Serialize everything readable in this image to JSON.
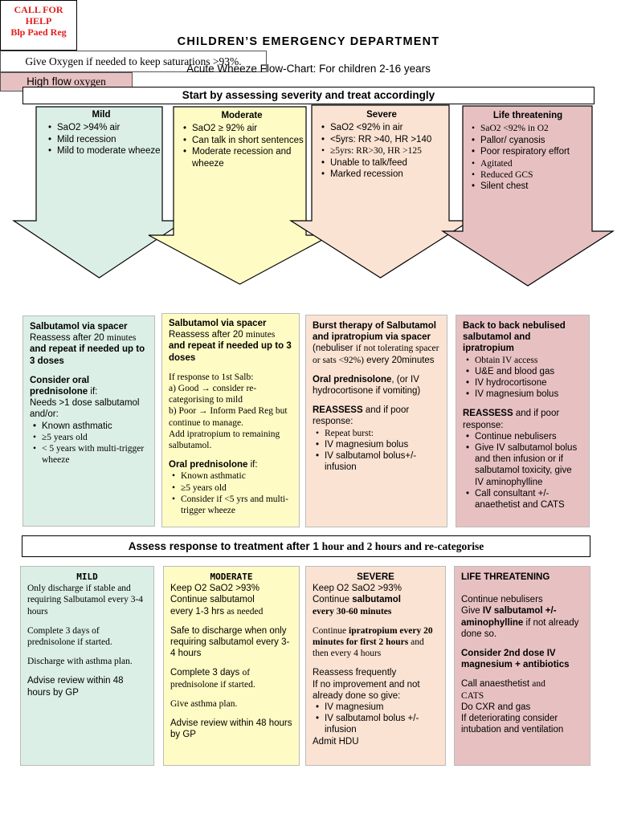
{
  "header": {
    "department": "CHILDREN’S EMERGENCY DEPARTMENT",
    "subtitle": "Acute Wheeze Flow-Chart: For children 2-16 years"
  },
  "start_banner": "Start by assessing severity and treat accordingly",
  "severity": {
    "mild": {
      "title": "Mild",
      "items": [
        "SaO2 >94% air",
        "Mild recession",
        "Mild to moderate wheeze"
      ]
    },
    "moderate": {
      "title": "Moderate",
      "items": [
        "SaO2 ≥ 92% air",
        "Can talk in short sentences",
        "Moderate recession and wheeze"
      ]
    },
    "severe": {
      "title": "Severe",
      "items": [
        "SaO2 <92% in air",
        "<5yrs: RR >40, HR >140",
        "≥5yrs: RR>30, HR >125",
        "Unable to talk/feed",
        "Marked recession"
      ]
    },
    "life": {
      "title": "Life threatening",
      "items": [
        "SaO2 <92% in O2",
        "Pallor/ cyanosis",
        "Poor respiratory effort",
        "Agitated",
        "Reduced GCS",
        "Silent chest"
      ]
    }
  },
  "call_for_help": {
    "line1": "CALL FOR",
    "line2": "HELP",
    "line3": "Blp Paed Reg"
  },
  "oxygen_box": "Give Oxygen if needed to keep saturations >93%.",
  "high_flow": {
    "a": "High flow",
    "b": " oxygen"
  },
  "treatment": {
    "mild": {
      "t1": "Salbutamol via spacer",
      "t2a": "Reassess after 20 ",
      "t2b": "minutes",
      "t2c": " and repeat if needed up to 3 doses",
      "t3a": "Consider oral prednisolone",
      "t3b": " if:",
      "t4": "Needs >1 dose salbutamol and/or:",
      "items": [
        "Known asthmatic",
        "≥5 years old",
        "< 5 years with multi-trigger wheeze"
      ]
    },
    "moderate": {
      "t1": "Salbutamol via spacer",
      "t2a": "Reassess after 20 ",
      "t2b": "minutes",
      "t2c": "and repeat if needed up to 3 doses",
      "t3": "If response to 1st Salb:",
      "t4": "a) Good → consider re-categorising to mild",
      "t5": "b) Poor → Inform Paed Reg but continue to manage.",
      "t6": "Add ipratropium to remaining salbutamol.",
      "t7a": "Oral prednisolone",
      "t7b": " if:",
      "items": [
        "Known asthmatic",
        "≥5 years old",
        "Consider if <5 yrs and multi-trigger wheeze"
      ]
    },
    "severe": {
      "t1": "Burst therapy of Salbutamol and ipratropium via spacer",
      "t2a": "(nebuliser ",
      "t2b": "if not tolerating spacer or sats <92%)",
      "t2c": " every 20minutes",
      "t3a": "Oral prednisolone",
      "t3b": ", (or IV hydrocortisone if vomiting)",
      "t4a": "REASSESS",
      "t4b": " and if poor response:",
      "items": [
        "Repeat burst:",
        "IV magnesium bolus",
        "IV salbutamol bolus+/- infusion"
      ]
    },
    "life": {
      "t1": "Back to back nebulised salbutamol and ipratropium",
      "items1": [
        "Obtain IV access",
        "U&E and blood gas",
        "IV hydrocortisone",
        "IV magnesium bolus"
      ],
      "t2a": "REASSESS",
      "t2b": " and if poor response:",
      "items2": [
        "Continue nebulisers",
        "Give IV salbutamol bolus and then infusion or if salbutamol toxicity, give IV aminophylline",
        "Call consultant +/- anaethetist and CATS"
      ]
    }
  },
  "assess_banner": {
    "a": "Assess response to treatment after 1 ",
    "b": "hour and 2 hours and re-categorise"
  },
  "response": {
    "mild": {
      "title": "MILD",
      "p1": "Only discharge if stable and requiring Salbutamol every 3-4 hours",
      "p2": "Complete 3 days of prednisolone if started.",
      "p3": "Discharge with asthma plan.",
      "p4": "Advise review within 48 hours by GP"
    },
    "moderate": {
      "title": "MODERATE",
      "p1": "Keep O2 SaO2 >93%",
      "p2a": "Continue salbutamol",
      "p2b": "every 1-3 hrs ",
      "p2c": "as needed",
      "p3": "Safe to discharge when only requiring salbutamol every 3-4 hours",
      "p4a": "Complete 3 days ",
      "p4b": "of prednisolone if started.",
      "p5": "Give asthma plan.",
      "p6": "Advise review within 48 hours by GP"
    },
    "severe": {
      "title": "SEVERE",
      "p1": "Keep O2 SaO2 >93%",
      "p2a": "Continue ",
      "p2b": "salbutamol",
      "p2c": "every 30-60 minutes",
      "p3a": "Continue ",
      "p3b": "ipratropium every 20 minutes for first 2 hours",
      "p3c": " and then every 4 hours",
      "p4": "Reassess frequently",
      "p5": "If no improvement and not already done so give:",
      "items": [
        "IV magnesium",
        "IV salbutamol bolus +/- infusion"
      ],
      "p6": "Admit HDU"
    },
    "life": {
      "title": "LIFE THREATENING",
      "p1": "Continue nebulisers",
      "p2a": "Give ",
      "p2b": "IV salbutamol +/- aminophylline",
      "p2c": " if not already done so.",
      "p3": "Consider 2nd dose IV magnesium + antibiotics",
      "p4a": "Call anaesthetist ",
      "p4b": "and",
      "p4c": "CATS",
      "p5": "Do CXR and gas",
      "p6": "If deteriorating consider intubation and ventilation"
    }
  },
  "colors": {
    "mild": "#dcefe6",
    "moderate": "#fffbc4",
    "severe": "#fbe3d3",
    "life": "#e7c1c2",
    "call_help_text": "#e02020"
  }
}
